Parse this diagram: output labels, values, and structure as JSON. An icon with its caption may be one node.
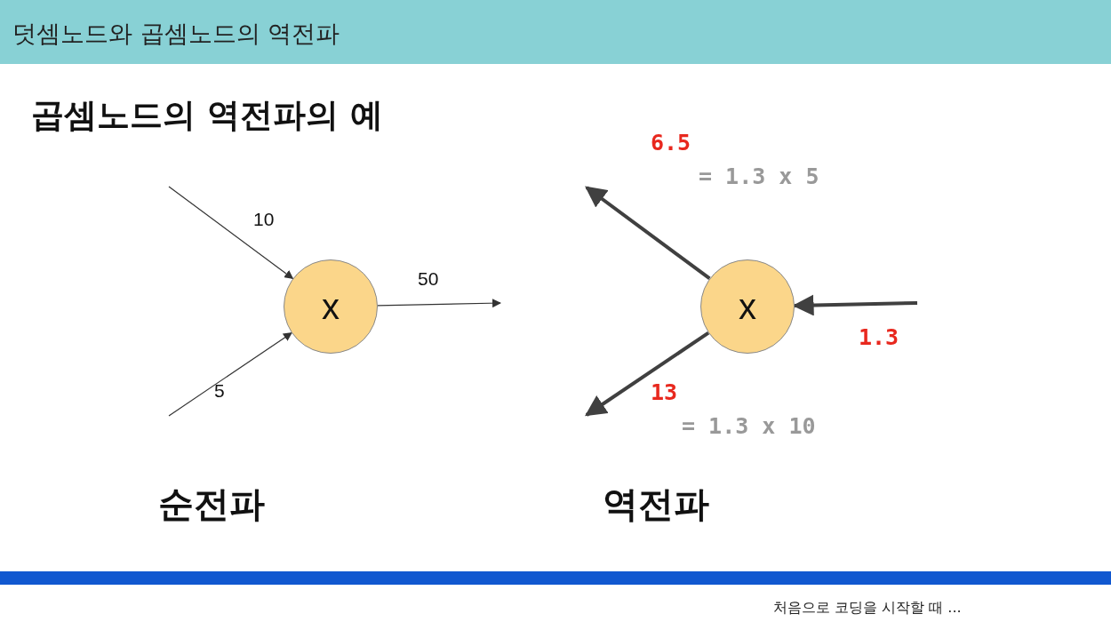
{
  "diagram": {
    "title": "덧셈노드와 곱셈노드의 역전파",
    "nodes": [
      {
        "text": [
          "x"
        ]
      },
      {
        "text": [
          "x"
        ]
      }
    ],
    "edges": [
      {
        "from": null,
        "to": 0,
        "arrow": "to",
        "label": "10"
      },
      {
        "from": null,
        "to": 0,
        "arrow": "to",
        "label": "5"
      },
      {
        "from": 0,
        "to": null,
        "arrow": "to",
        "label": "50"
      },
      {
        "from": null,
        "to": 1,
        "arrow": "to",
        "label": "1.3",
        "style": "thick"
      },
      {
        "from": 1,
        "to": null,
        "arrow": "to",
        "label": "6.5",
        "style": "thick"
      },
      {
        "from": 1,
        "to": null,
        "arrow": "to",
        "label": "13",
        "style": "thick"
      }
    ],
    "labels": [
      "곱셈노드의 역전파의 예",
      "= 1.3 x 5",
      "= 1.3 x 10",
      "순전파",
      "역전파",
      "처음으로 코딩을 시작할 때 ..."
    ]
  }
}
